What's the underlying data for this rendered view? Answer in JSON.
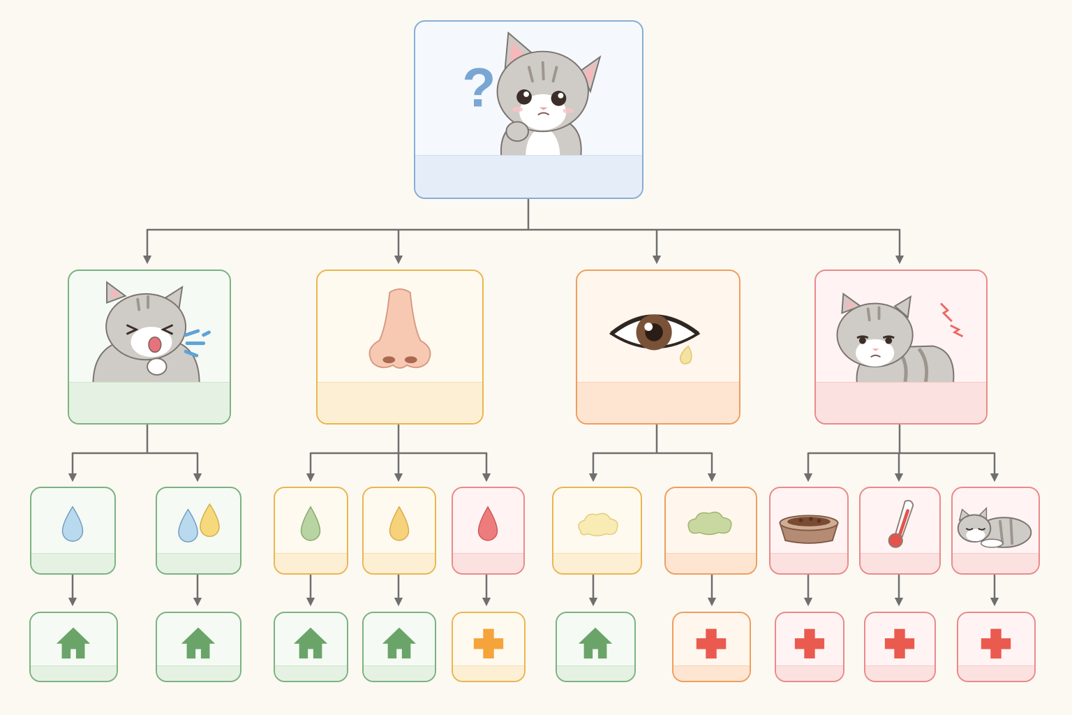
{
  "diagram": {
    "root": {
      "icon": "confused-kitten-icon",
      "label": "",
      "tone": "blue"
    },
    "categories": [
      {
        "icon": "sneezing-kitten-icon",
        "label": "",
        "tone": "green",
        "symptoms": [
          {
            "icon": "clear-drop-icon",
            "label": "",
            "tone": "green",
            "outcome": {
              "icon": "home-icon",
              "label": "",
              "tone": "green"
            }
          },
          {
            "icon": "clear-and-yellow-drops-icon",
            "label": "",
            "tone": "green",
            "outcome": {
              "icon": "home-icon",
              "label": "",
              "tone": "green"
            }
          }
        ]
      },
      {
        "icon": "nose-icon",
        "label": "",
        "tone": "yellow",
        "symptoms": [
          {
            "icon": "green-drop-icon",
            "label": "",
            "tone": "yellow",
            "outcome": {
              "icon": "home-icon",
              "label": "",
              "tone": "green"
            }
          },
          {
            "icon": "yellow-drop-icon",
            "label": "",
            "tone": "yellow",
            "outcome": {
              "icon": "home-icon",
              "label": "",
              "tone": "green"
            }
          },
          {
            "icon": "red-drop-icon",
            "label": "",
            "tone": "red",
            "outcome": {
              "icon": "orange-cross-icon",
              "label": "",
              "tone": "yellow"
            }
          }
        ]
      },
      {
        "icon": "teary-eye-icon",
        "label": "",
        "tone": "orange",
        "symptoms": [
          {
            "icon": "pale-discharge-icon",
            "label": "",
            "tone": "yellow",
            "outcome": {
              "icon": "home-icon",
              "label": "",
              "tone": "green"
            }
          },
          {
            "icon": "green-discharge-icon",
            "label": "",
            "tone": "orange",
            "outcome": {
              "icon": "red-cross-icon",
              "label": "",
              "tone": "orange"
            }
          }
        ]
      },
      {
        "icon": "sick-kitten-icon",
        "label": "",
        "tone": "red",
        "symptoms": [
          {
            "icon": "food-bowl-icon",
            "label": "",
            "tone": "red",
            "outcome": {
              "icon": "red-cross-icon",
              "label": "",
              "tone": "red"
            }
          },
          {
            "icon": "thermometer-icon",
            "label": "",
            "tone": "red",
            "outcome": {
              "icon": "red-cross-icon",
              "label": "",
              "tone": "red"
            }
          },
          {
            "icon": "sleeping-kitten-icon",
            "label": "",
            "tone": "red",
            "outcome": {
              "icon": "red-cross-icon",
              "label": "",
              "tone": "red"
            }
          }
        ]
      }
    ]
  },
  "colors": {
    "connector": "#6f6f6f",
    "blue": "#86add6",
    "green": "#7ab380",
    "yellow": "#eab64f",
    "orange": "#ef9e5c",
    "red": "#e98a8a",
    "home": "#6aa469",
    "cross_red": "#ea5a4f",
    "cross_orange": "#f4a43a"
  }
}
